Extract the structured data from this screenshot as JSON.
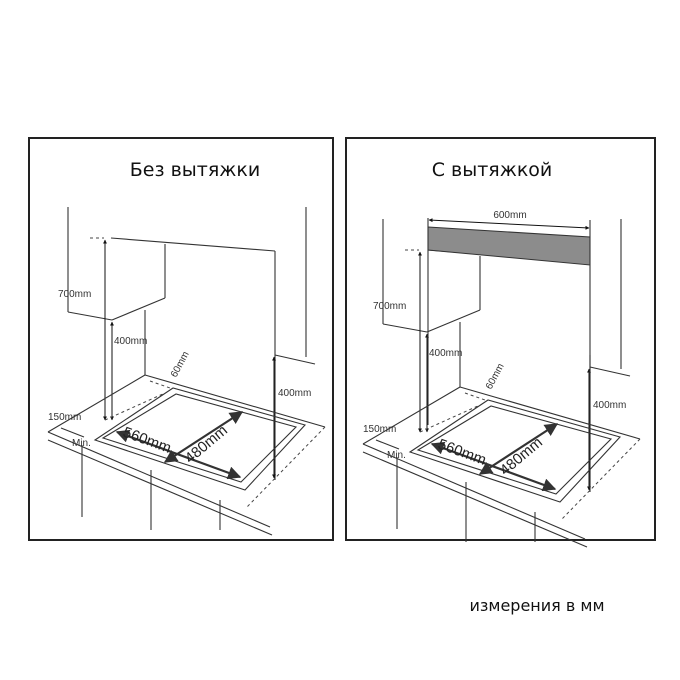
{
  "panels": [
    {
      "title": "Без вытяжки",
      "labels": {
        "height_total": "700mm",
        "height_cabinet": "400mm",
        "height_wall": "400mm",
        "gap_back": "60mm",
        "gap_side": "150mm",
        "gap_side_min": "Min.",
        "cutout_width": "560mm",
        "cutout_depth": "480mm"
      }
    },
    {
      "title": "С вытяжкой",
      "labels": {
        "hood_width": "600mm",
        "height_total": "700mm",
        "height_cabinet": "400mm",
        "height_wall": "400mm",
        "gap_back": "60mm",
        "gap_side": "150mm",
        "gap_side_min": "Min.",
        "cutout_width": "560mm",
        "cutout_depth": "480mm"
      }
    }
  ],
  "footer": "измерения в мм",
  "colors": {
    "hood": "#8c8c8c",
    "line": "#333333"
  }
}
